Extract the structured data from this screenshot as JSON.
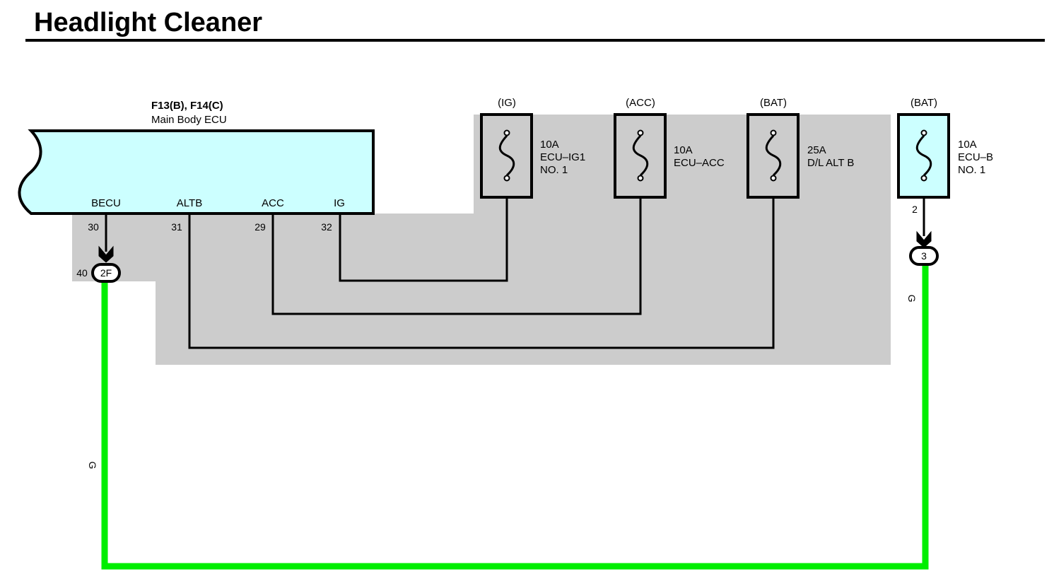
{
  "title": "Headlight Cleaner",
  "ecu": {
    "connector": "F13(B), F14(C)",
    "name": "Main Body ECU",
    "terminals": [
      {
        "label": "BECU",
        "pin": "30"
      },
      {
        "label": "ALTB",
        "pin": "31"
      },
      {
        "label": "ACC",
        "pin": "29"
      },
      {
        "label": "IG",
        "pin": "32"
      }
    ]
  },
  "fuses": [
    {
      "source": "(IG)",
      "amp": "10A",
      "name_line1": "ECU–IG1",
      "name_line2": "NO. 1"
    },
    {
      "source": "(ACC)",
      "amp": "10A",
      "name_line1": "ECU–ACC",
      "name_line2": ""
    },
    {
      "source": "(BAT)",
      "amp": "25A",
      "name_line1": "D/L ALT B",
      "name_line2": ""
    },
    {
      "source": "(BAT)",
      "amp": "10A",
      "name_line1": "ECU–B",
      "name_line2": "NO. 1"
    }
  ],
  "connectors": {
    "left": {
      "pin": "40",
      "code": "2F"
    },
    "right_fuse_pin": "2",
    "right": {
      "code": "3"
    }
  },
  "wire_color_code": "G",
  "colors": {
    "ecu_fill": "#ccffff",
    "shade": "#cccccc",
    "wire_green": "#00ee00",
    "line": "#000000"
  }
}
